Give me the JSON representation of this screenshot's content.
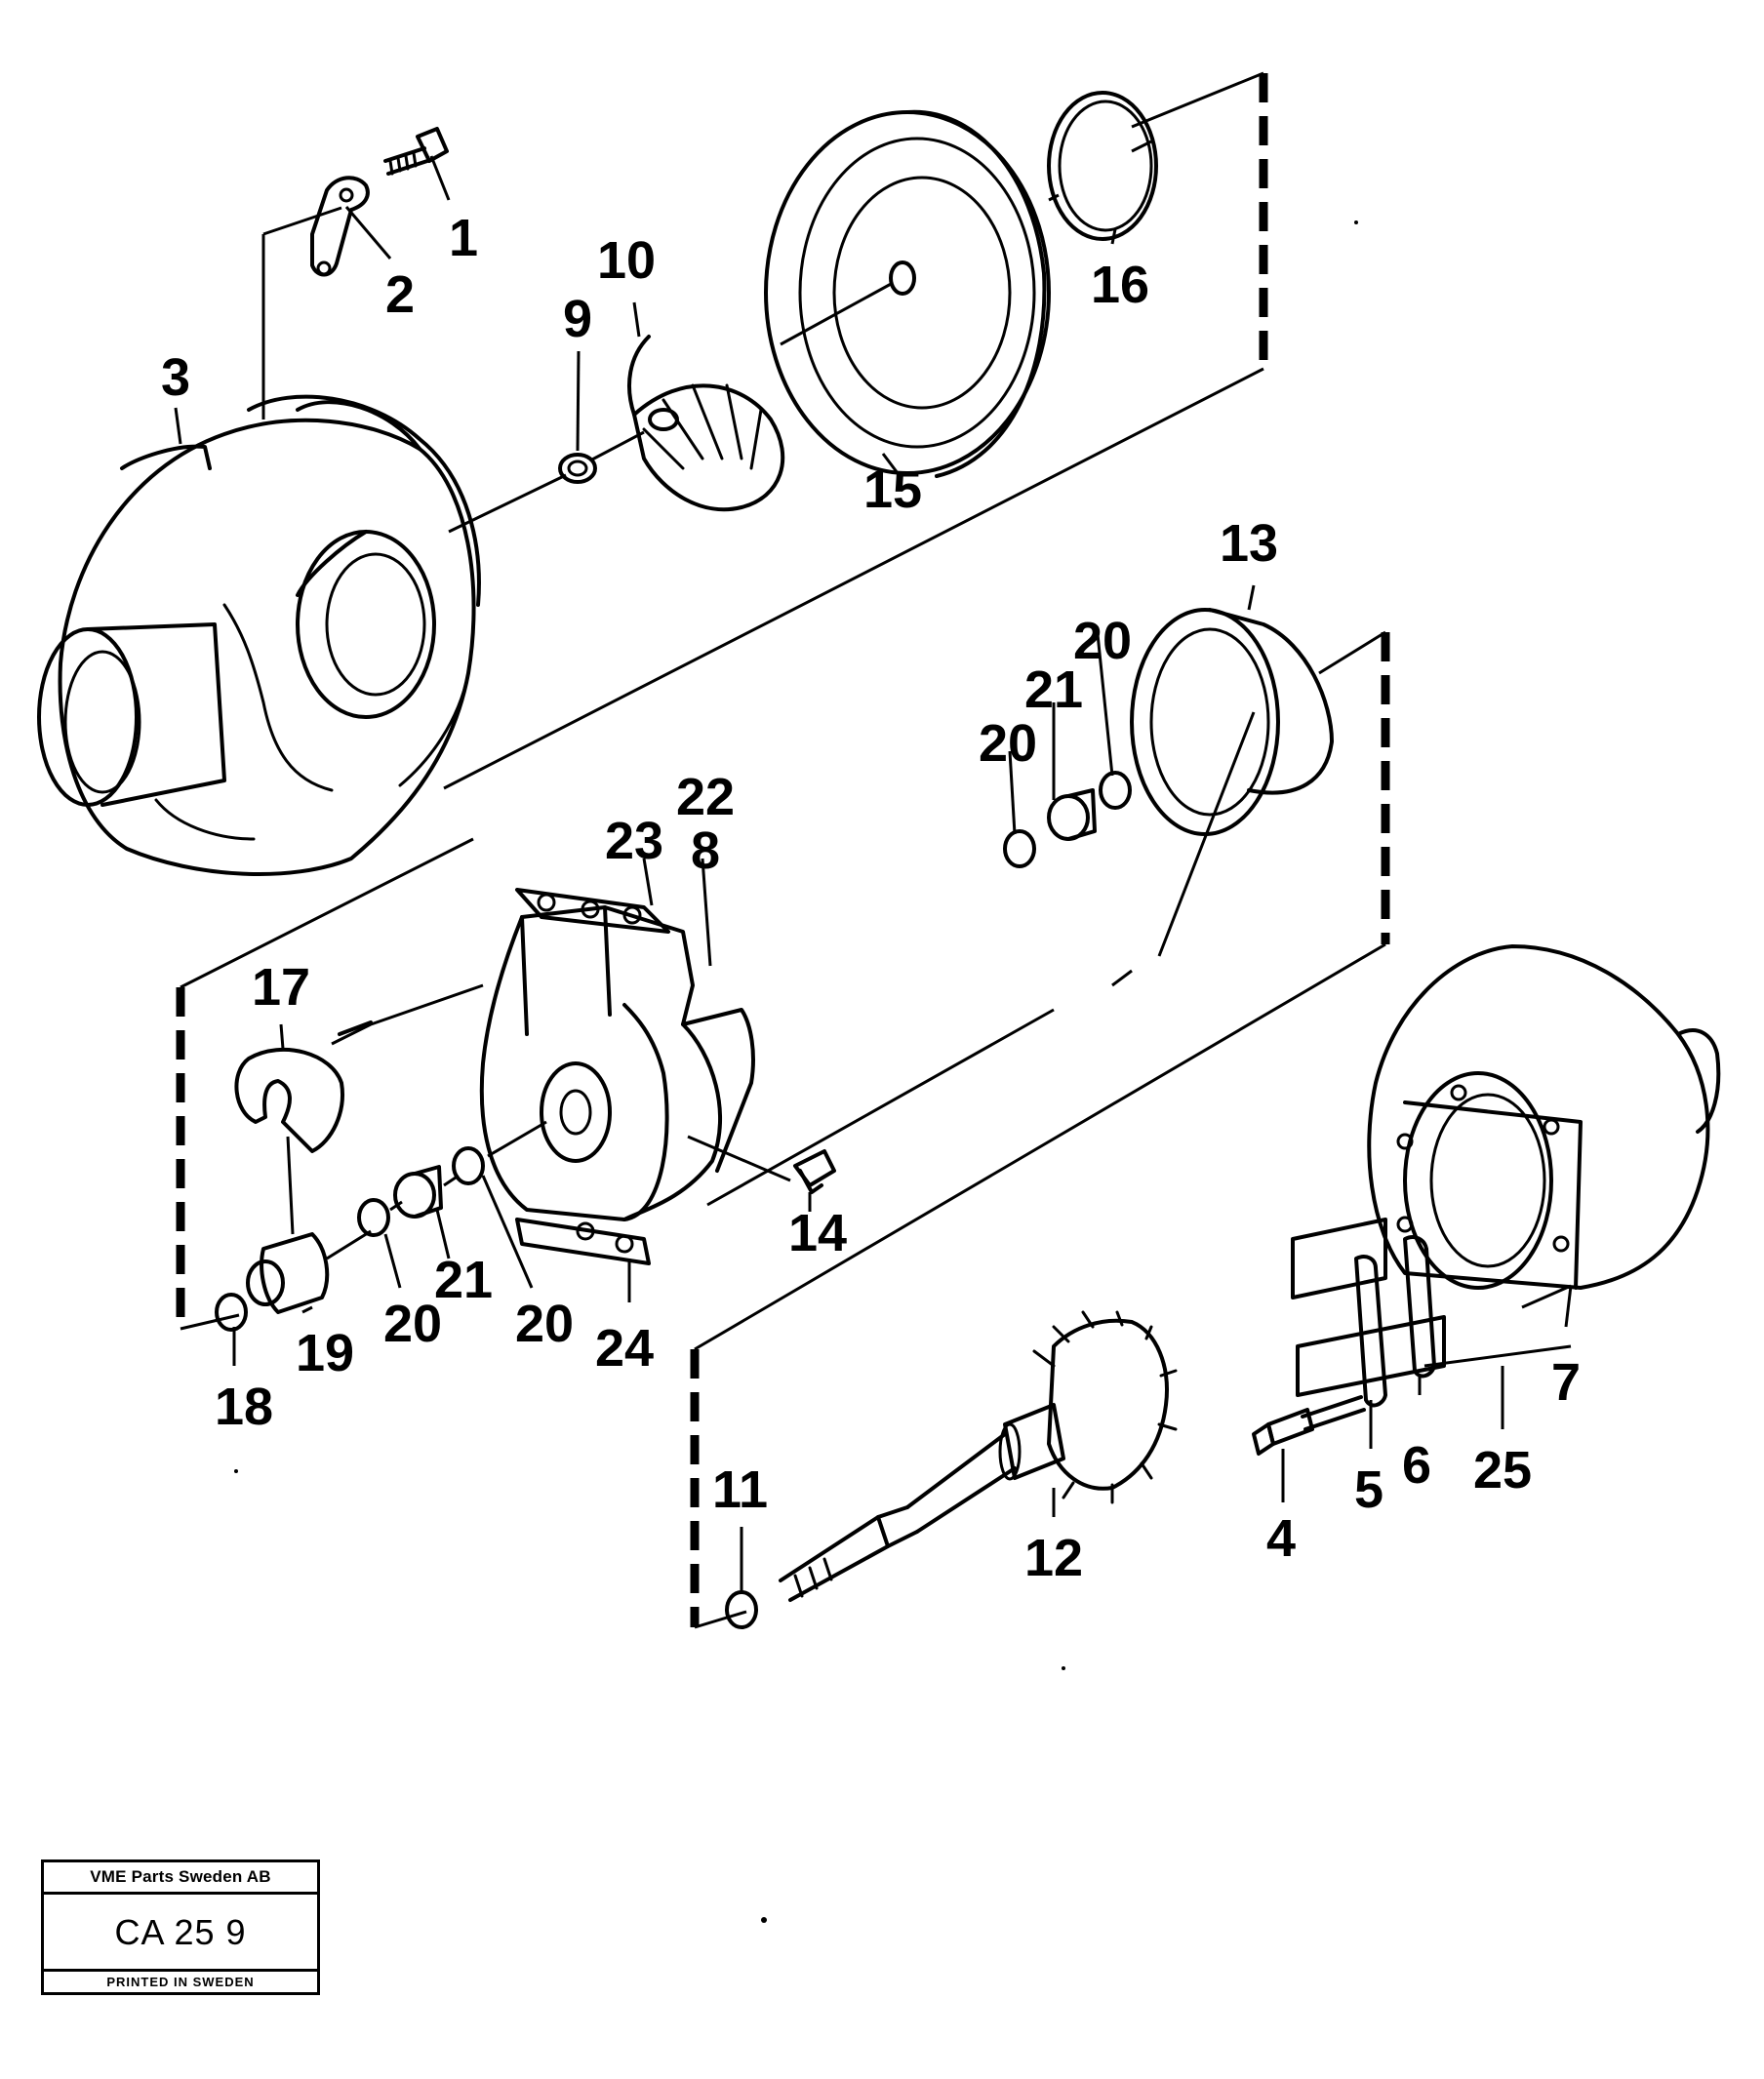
{
  "diagram": {
    "callouts": [
      "1",
      "2",
      "3",
      "4",
      "5",
      "6",
      "7",
      "8",
      "9",
      "10",
      "11",
      "12",
      "13",
      "14",
      "15",
      "16",
      "17",
      "18",
      "19",
      "20",
      "20",
      "20",
      "20",
      "21",
      "21",
      "22",
      "23",
      "24",
      "25"
    ]
  },
  "stamp": {
    "company": "VME Parts Sweden AB",
    "code": "CA 25 9",
    "printed": "PRINTED IN SWEDEN"
  }
}
